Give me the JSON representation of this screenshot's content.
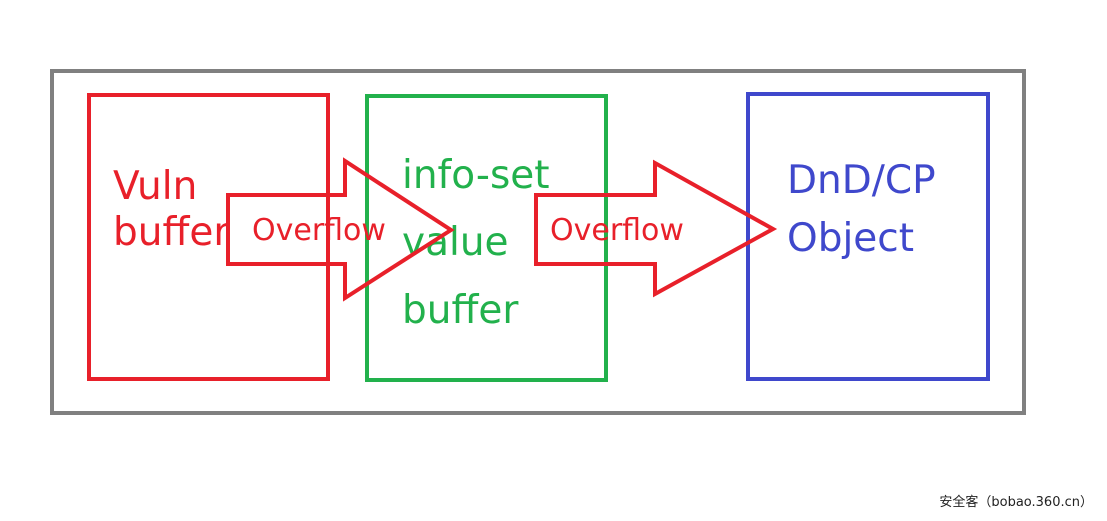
{
  "colors": {
    "frame": "#808080",
    "vuln": "#e8202a",
    "info": "#22b14c",
    "object": "#3f48cc",
    "arrow": "#e8202a"
  },
  "boxes": {
    "vuln": {
      "text": "Vuln\nbuffer"
    },
    "info": {
      "text": "info-set\nvalue\nbuffer"
    },
    "object": {
      "text": "DnD/CP\nObject"
    }
  },
  "arrows": [
    {
      "label": "Overflow"
    },
    {
      "label": "Overflow"
    }
  ],
  "watermark": "安全客（bobao.360.cn）"
}
